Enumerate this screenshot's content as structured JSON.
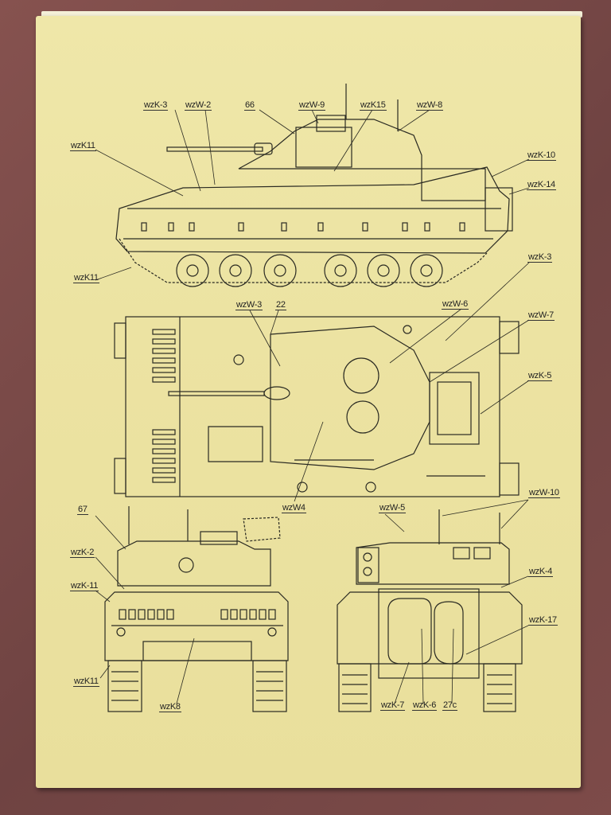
{
  "sheet": {
    "colors": {
      "paper": "#ece3a2",
      "ink": "#222222",
      "table": "#7a4a49"
    }
  },
  "side_view": {
    "labels": {
      "wzk3": "wzK-3",
      "wzw2": "wzW-2",
      "p66": "66",
      "wzw9": "wzW-9",
      "wzk15": "wzK15",
      "wzw8": "wzW-8",
      "wzk11_top": "wzK11",
      "wzk10": "wzK-10",
      "wzk14": "wzK-14",
      "wzk11_bottom": "wzK11"
    }
  },
  "top_view": {
    "labels": {
      "wzw3": "wzW-3",
      "p22": "22",
      "wzw6": "wzW-6",
      "wzk3": "wzK-3",
      "wzw7": "wzW-7",
      "wzk5": "wzK-5",
      "wzw4": "wzW4"
    }
  },
  "front_view": {
    "labels": {
      "p67": "67",
      "wzk2": "wzK-2",
      "wzk11_top": "wzK-11",
      "wzk11_bottom": "wzK11",
      "wzk8": "wzK8"
    }
  },
  "rear_view": {
    "labels": {
      "wzw5": "wzW-5",
      "wzw10": "wzW-10",
      "wzk4": "wzK-4",
      "wzk17": "wzK-17",
      "wzk7": "wzK-7",
      "wzk6": "wzK-6",
      "p27c": "27c"
    }
  }
}
